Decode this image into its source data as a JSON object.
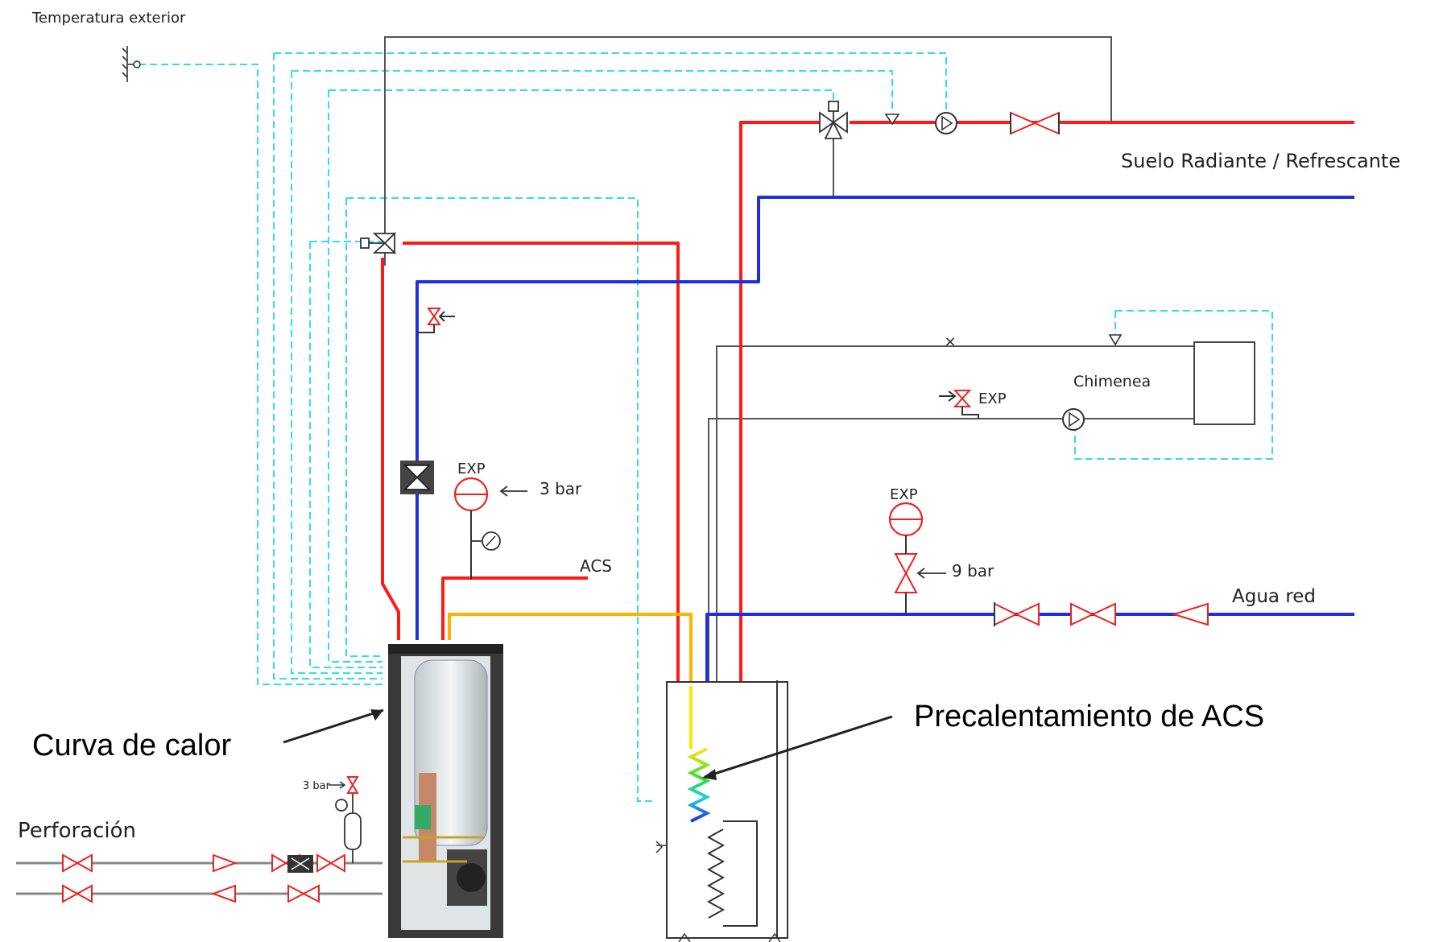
{
  "labels": {
    "outdoor_temp": "Temperatura exterior",
    "floor_heating": "Suelo Radiante / Refrescante",
    "fireplace": "Chimenea",
    "exp": "EXP",
    "exp_pressure_heating": "3 bar",
    "exp_pressure_water": "9 bar",
    "dhw": "ACS",
    "mains_water": "Agua red",
    "borehole": "Perforación",
    "heat_curve": "Curva de calor",
    "dhw_preheat": "Precalentamiento de ACS",
    "borehole_relief": "3 bar"
  },
  "colors": {
    "supply": "#ff1a1a",
    "return": "#1f2fe0",
    "yellow": "#ffb200",
    "control": "#33dde8",
    "gray": "#555555",
    "valve": "#ee2222"
  }
}
